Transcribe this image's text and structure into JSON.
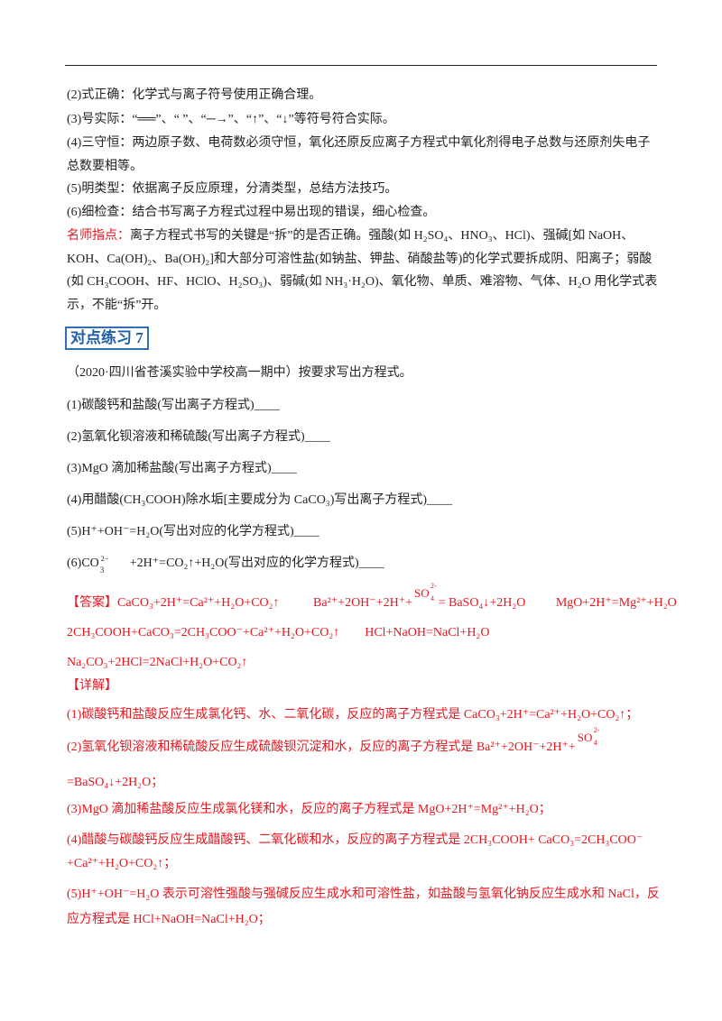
{
  "rules": {
    "r2": "(2)式正确：化学式与离子符号使用正确合理。",
    "r3": "(3)号实际：“══”、“         ”、“─→”、“↑”、“↓”等符号符合实际。",
    "r4a": "(4)三守恒：两边原子数、电荷数必须守恒，氧化还原反应离子方程式中氧化剂得电子总数与还原剂失电子",
    "r4b": "总数要相等。",
    "r5": "(5)明类型：依据离子反应原理，分清类型，总结方法技巧。",
    "r6": "(6)细检查：结合书写离子方程式过程中易出现的错误，细心检查。"
  },
  "tip": {
    "label": "名师指点：",
    "l1": "离子方程式书写的关键是“拆”的是否正确。强酸(如 H₂SO₄、HNO₃、HCl)、强碱[如 NaOH、",
    "l2": "KOH、Ca(OH)₂、Ba(OH)₂]和大部分可溶性盐(如钠盐、钾盐、硝酸盐等)的化学式要拆成阴、阳离子；弱酸",
    "l3": "(如 CH₃COOH、HF、HClO、H₂SO₃)、弱碱(如 NH₃·H₂O)、氧化物、单质、难溶物、气体、H₂O 用化学式表",
    "l4": "示，不能“拆”开。"
  },
  "exercise": {
    "title": "对点练习 7",
    "source": "（2020·四川省苍溪实验中学校高一期中）按要求写出方程式。",
    "q1": "(1)碳酸钙和盐酸(写出离子方程式)____",
    "q2": "(2)氢氧化钡溶液和稀硫酸(写出离子方程式)____",
    "q3": "(3)MgO 滴加稀盐酸(写出离子方程式)____",
    "q4": "(4)用醋酸(CH₃COOH)除水垢[主要成分为 CaCO₃)写出离子方程式)____",
    "q5": "(5)H⁺+OH⁻=H₂O(写出对应的化学方程式)____",
    "q6a": "(6)CO",
    "q6sup": "2−",
    "q6sub": "3",
    "q6b": "+2H⁺=CO₂↑+H₂O(写出对应的化学方程式)____"
  },
  "answer": {
    "label": "【答案】",
    "a1": "CaCO₃+2H⁺=Ca²⁺+H₂O+CO₂↑",
    "a2a": "Ba²⁺+2OH⁻+2H⁺+",
    "a2b": "= BaSO₄↓+2H₂O",
    "a3": "MgO+2H⁺=Mg²⁺+H₂O",
    "a4": "2CH₃COOH+CaCO₃=2CH₃COO⁻+Ca²⁺+H₂O+CO₂↑",
    "a5": "HCl+NaOH=NaCl+H₂O",
    "a6": "Na₂CO₃+2HCl=2NaCl+H₂O+CO₂↑"
  },
  "so4": {
    "chem": "SO",
    "charge": "2-",
    "sub": "4"
  },
  "detail": {
    "label": "【详解】",
    "d1": "(1)碳酸钙和盐酸反应生成氯化钙、水、二氧化碳，反应的离子方程式是 CaCO₃+2H⁺=Ca²⁺+H₂O+CO₂↑；",
    "d2a": "(2)氢氧化钡溶液和稀硫酸反应生成硫酸钡沉淀和水，反应的离子方程式是 Ba²⁺+2OH⁻+2H⁺+",
    "d2b": "=BaSO₄↓+2H₂O；",
    "d3": "(3)MgO 滴加稀盐酸反应生成氯化镁和水，反应的离子方程式是 MgO+2H⁺=Mg²⁺+H₂O；",
    "d4a": "(4)醋酸与碳酸钙反应生成醋酸钙、二氧化碳和水，反应的离子方程式是 2CH₃COOH+ CaCO₃=2CH₃COO⁻",
    "d4b": "+Ca²⁺+H₂O+CO₂↑；",
    "d5a": "(5)H⁺+OH⁻=H₂O 表示可溶性强酸与强碱反应生成水和可溶性盐，如盐酸与氢氧化钠反应生成水和 NaCl，反",
    "d5b": "应方程式是 HCl+NaOH=NaCl+H₂O；"
  }
}
